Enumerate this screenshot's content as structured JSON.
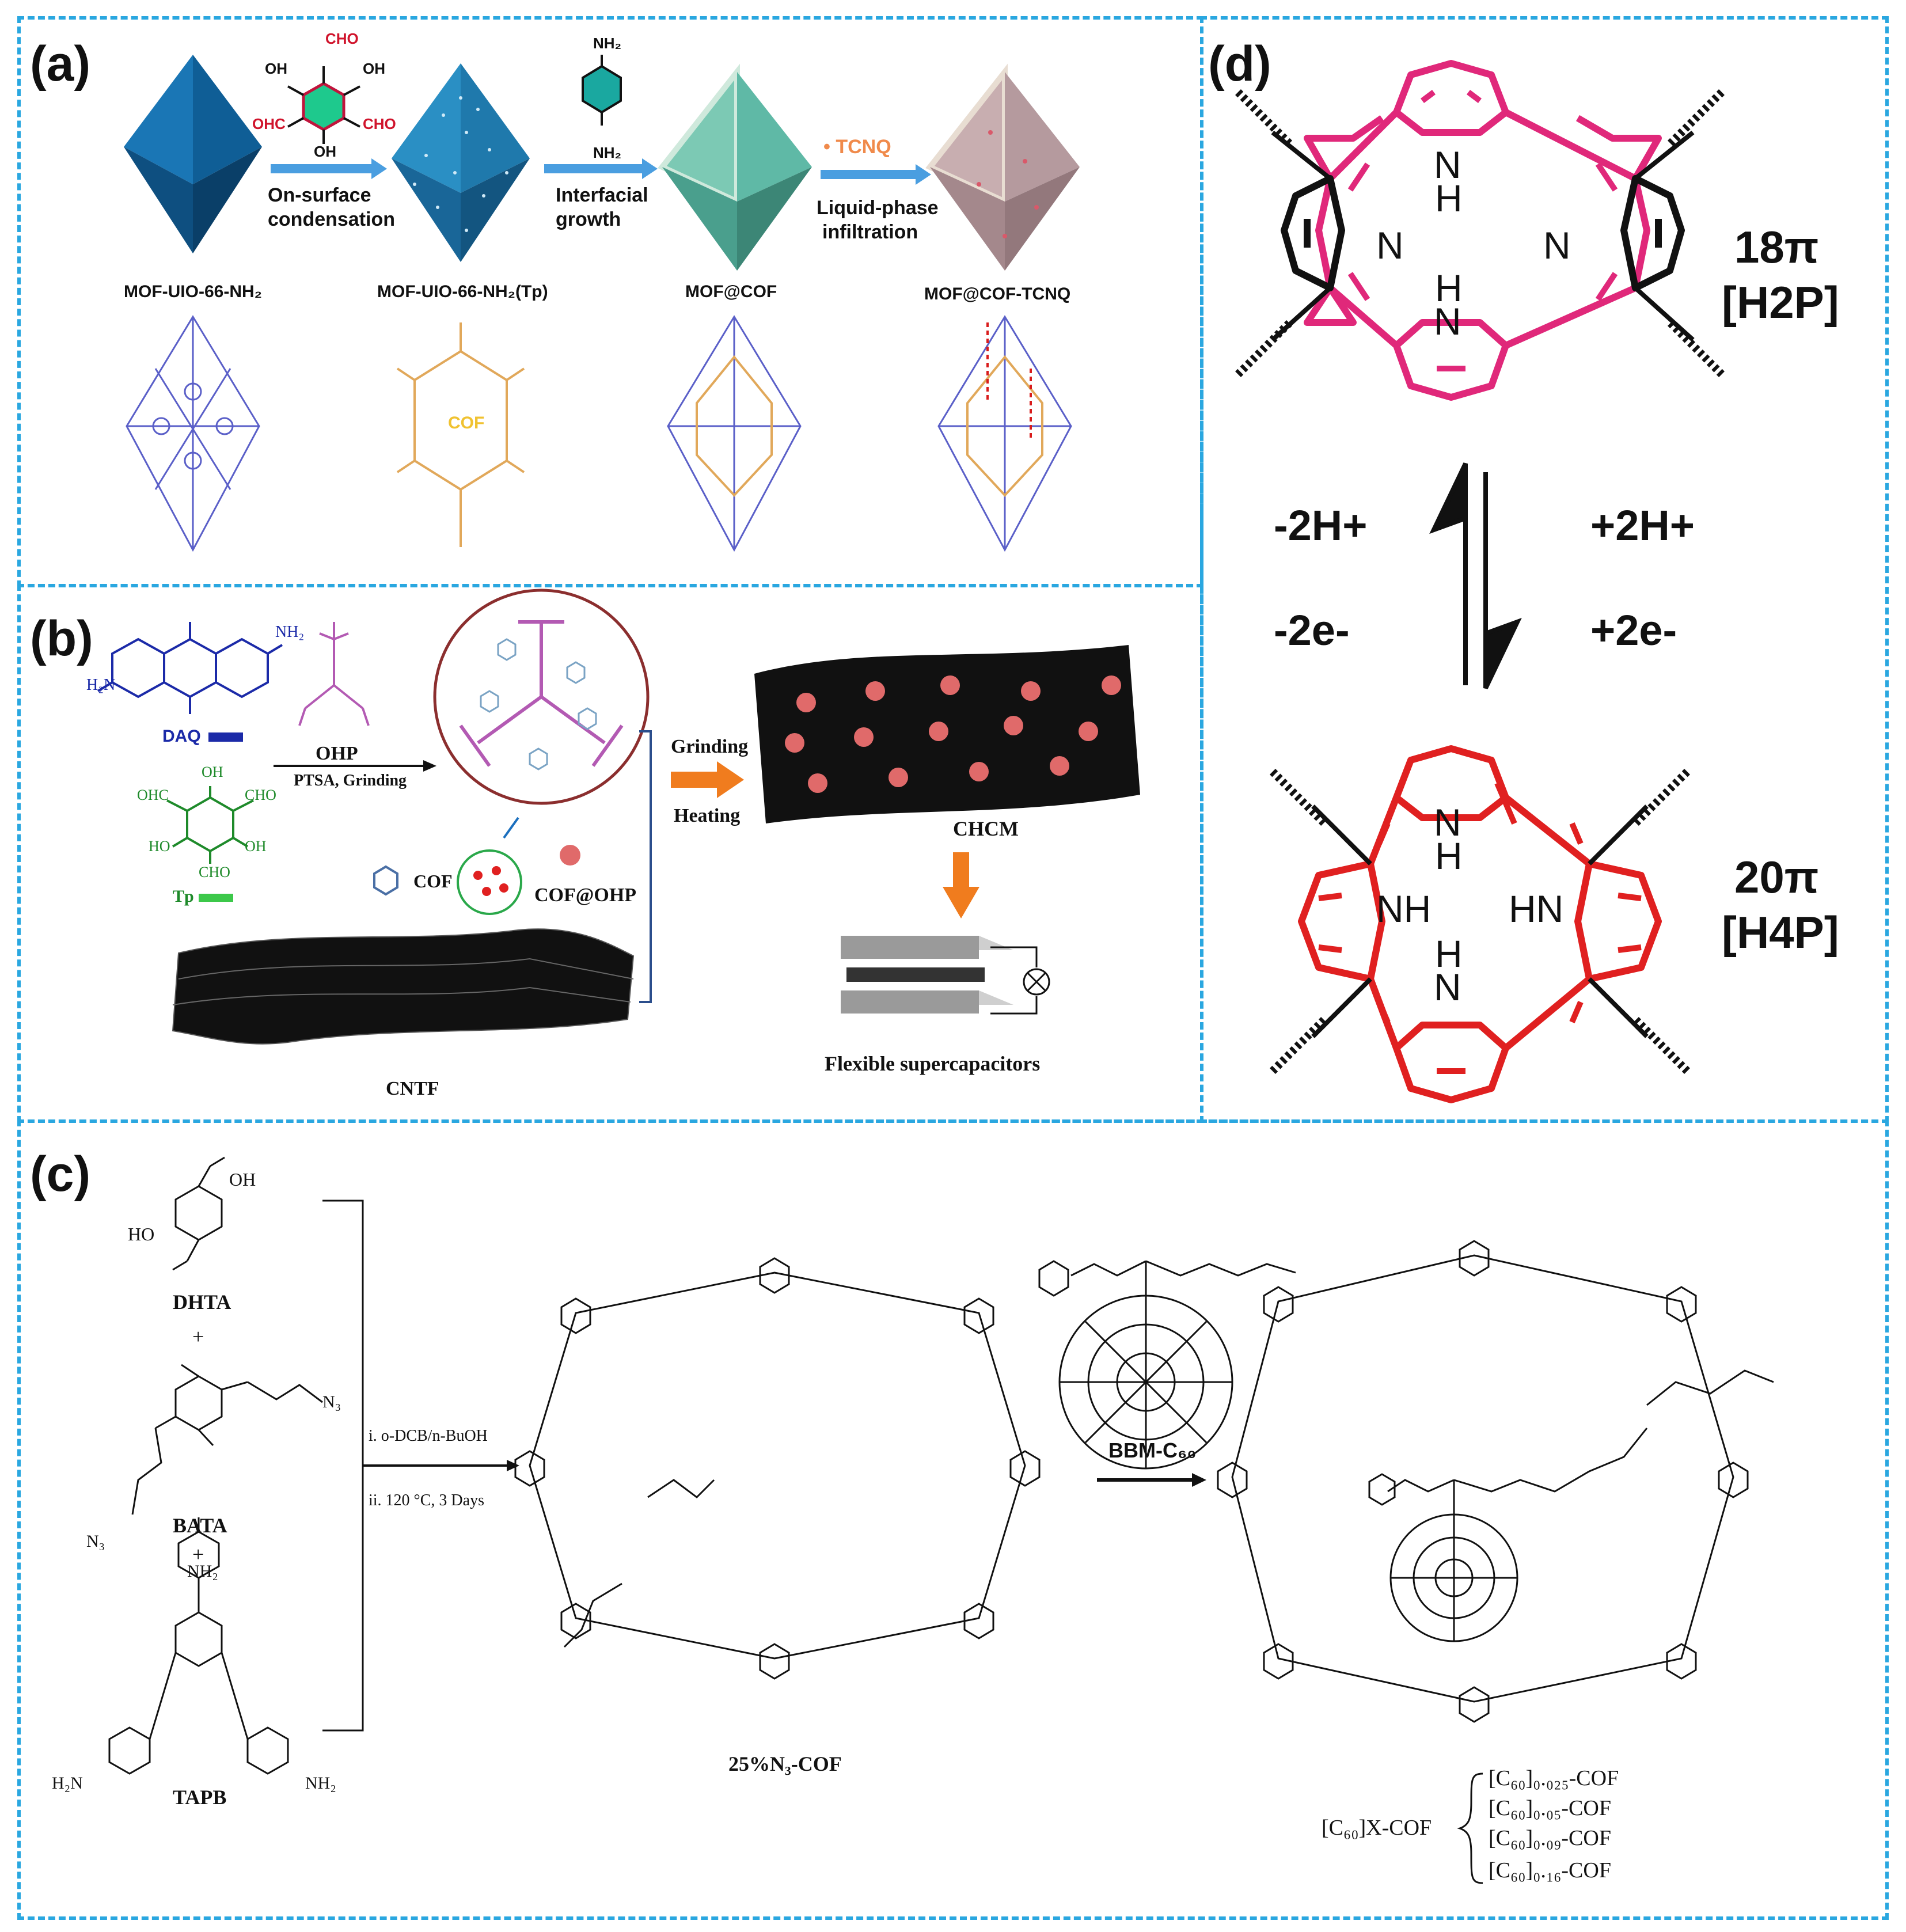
{
  "panels": {
    "a": {
      "label": "(a)",
      "steps": [
        "On-surface condensation",
        "Interfacial growth",
        "Liquid-phase infiltration"
      ],
      "step_lines": [
        [
          "On-surface",
          "condensation"
        ],
        [
          "Interfacial",
          "growth"
        ],
        [
          "Liquid-phase",
          "infiltration"
        ]
      ],
      "reagent_top": "• TCNQ",
      "tp_labels": {
        "cho": "CHO",
        "oh": "OH",
        "ohc": "OHC"
      },
      "amine_labels": {
        "nh2": "NH₂"
      },
      "materials": [
        "MOF-UIO-66-NH₂",
        "MOF-UIO-66-NH₂(Tp)",
        "MOF@COF",
        "MOF@COF-TCNQ"
      ],
      "cof_tag": "COF",
      "colors": {
        "octa1": "#1a76b5",
        "octa2": "#2a8fc4",
        "octa3": "#5fb9a6",
        "octa4": "#b59a9e",
        "arrow": "#4a9ee0",
        "cof": "#e1a85a",
        "mof": "#5a5fc8"
      }
    },
    "b": {
      "label": "(b)",
      "daq": "DAQ",
      "nh2": "NH₂",
      "h2n": "H₂N",
      "ohp": "OHP",
      "conditions": "PTSA, Grinding",
      "tp": "Tp",
      "tp_cho": "CHO",
      "tp_ohc": "OHC",
      "tp_ho": "HO",
      "tp_oh": "OH",
      "cof": "COF",
      "cof_ohp": "COF@OHP",
      "cntf": "CNTF",
      "grinding": "Grinding",
      "heating": "Heating",
      "chcm": "CHCM",
      "device": "Flexible supercapacitors"
    },
    "c": {
      "label": "(c)",
      "dhta": "DHTA",
      "bata": "BATA",
      "tapb": "TAPB",
      "plus": "+",
      "nh2": "NH₂",
      "h2n": "H₂N",
      "n3": "N₃",
      "cond1": "i. o-DCB/n-BuOH",
      "cond2": "ii. 120 °C, 3 Days",
      "cof_name": "25%N₃-COF",
      "reagent": "BBM-C₆₀",
      "product": "[C₆₀]X-COF",
      "variants": [
        "[C₆₀]₀.₀₂₅-COF",
        "[C₆₀]₀.₀₅-COF",
        "[C₆₀]₀.₀₉-COF",
        "[C₆₀]₀.₁₆-COF"
      ]
    },
    "d": {
      "label": "(d)",
      "top_pi": "18π",
      "top_name": "[H2P]",
      "bottom_pi": "20π",
      "bottom_name": "[H4P]",
      "left1": "-2H+",
      "left2": "-2e-",
      "right1": "+2H+",
      "right2": "+2e-",
      "n": "N",
      "h": "H",
      "nh": "NH",
      "hn": "HN",
      "colors": {
        "top": "#e0287a",
        "bottom": "#e02020"
      }
    }
  }
}
